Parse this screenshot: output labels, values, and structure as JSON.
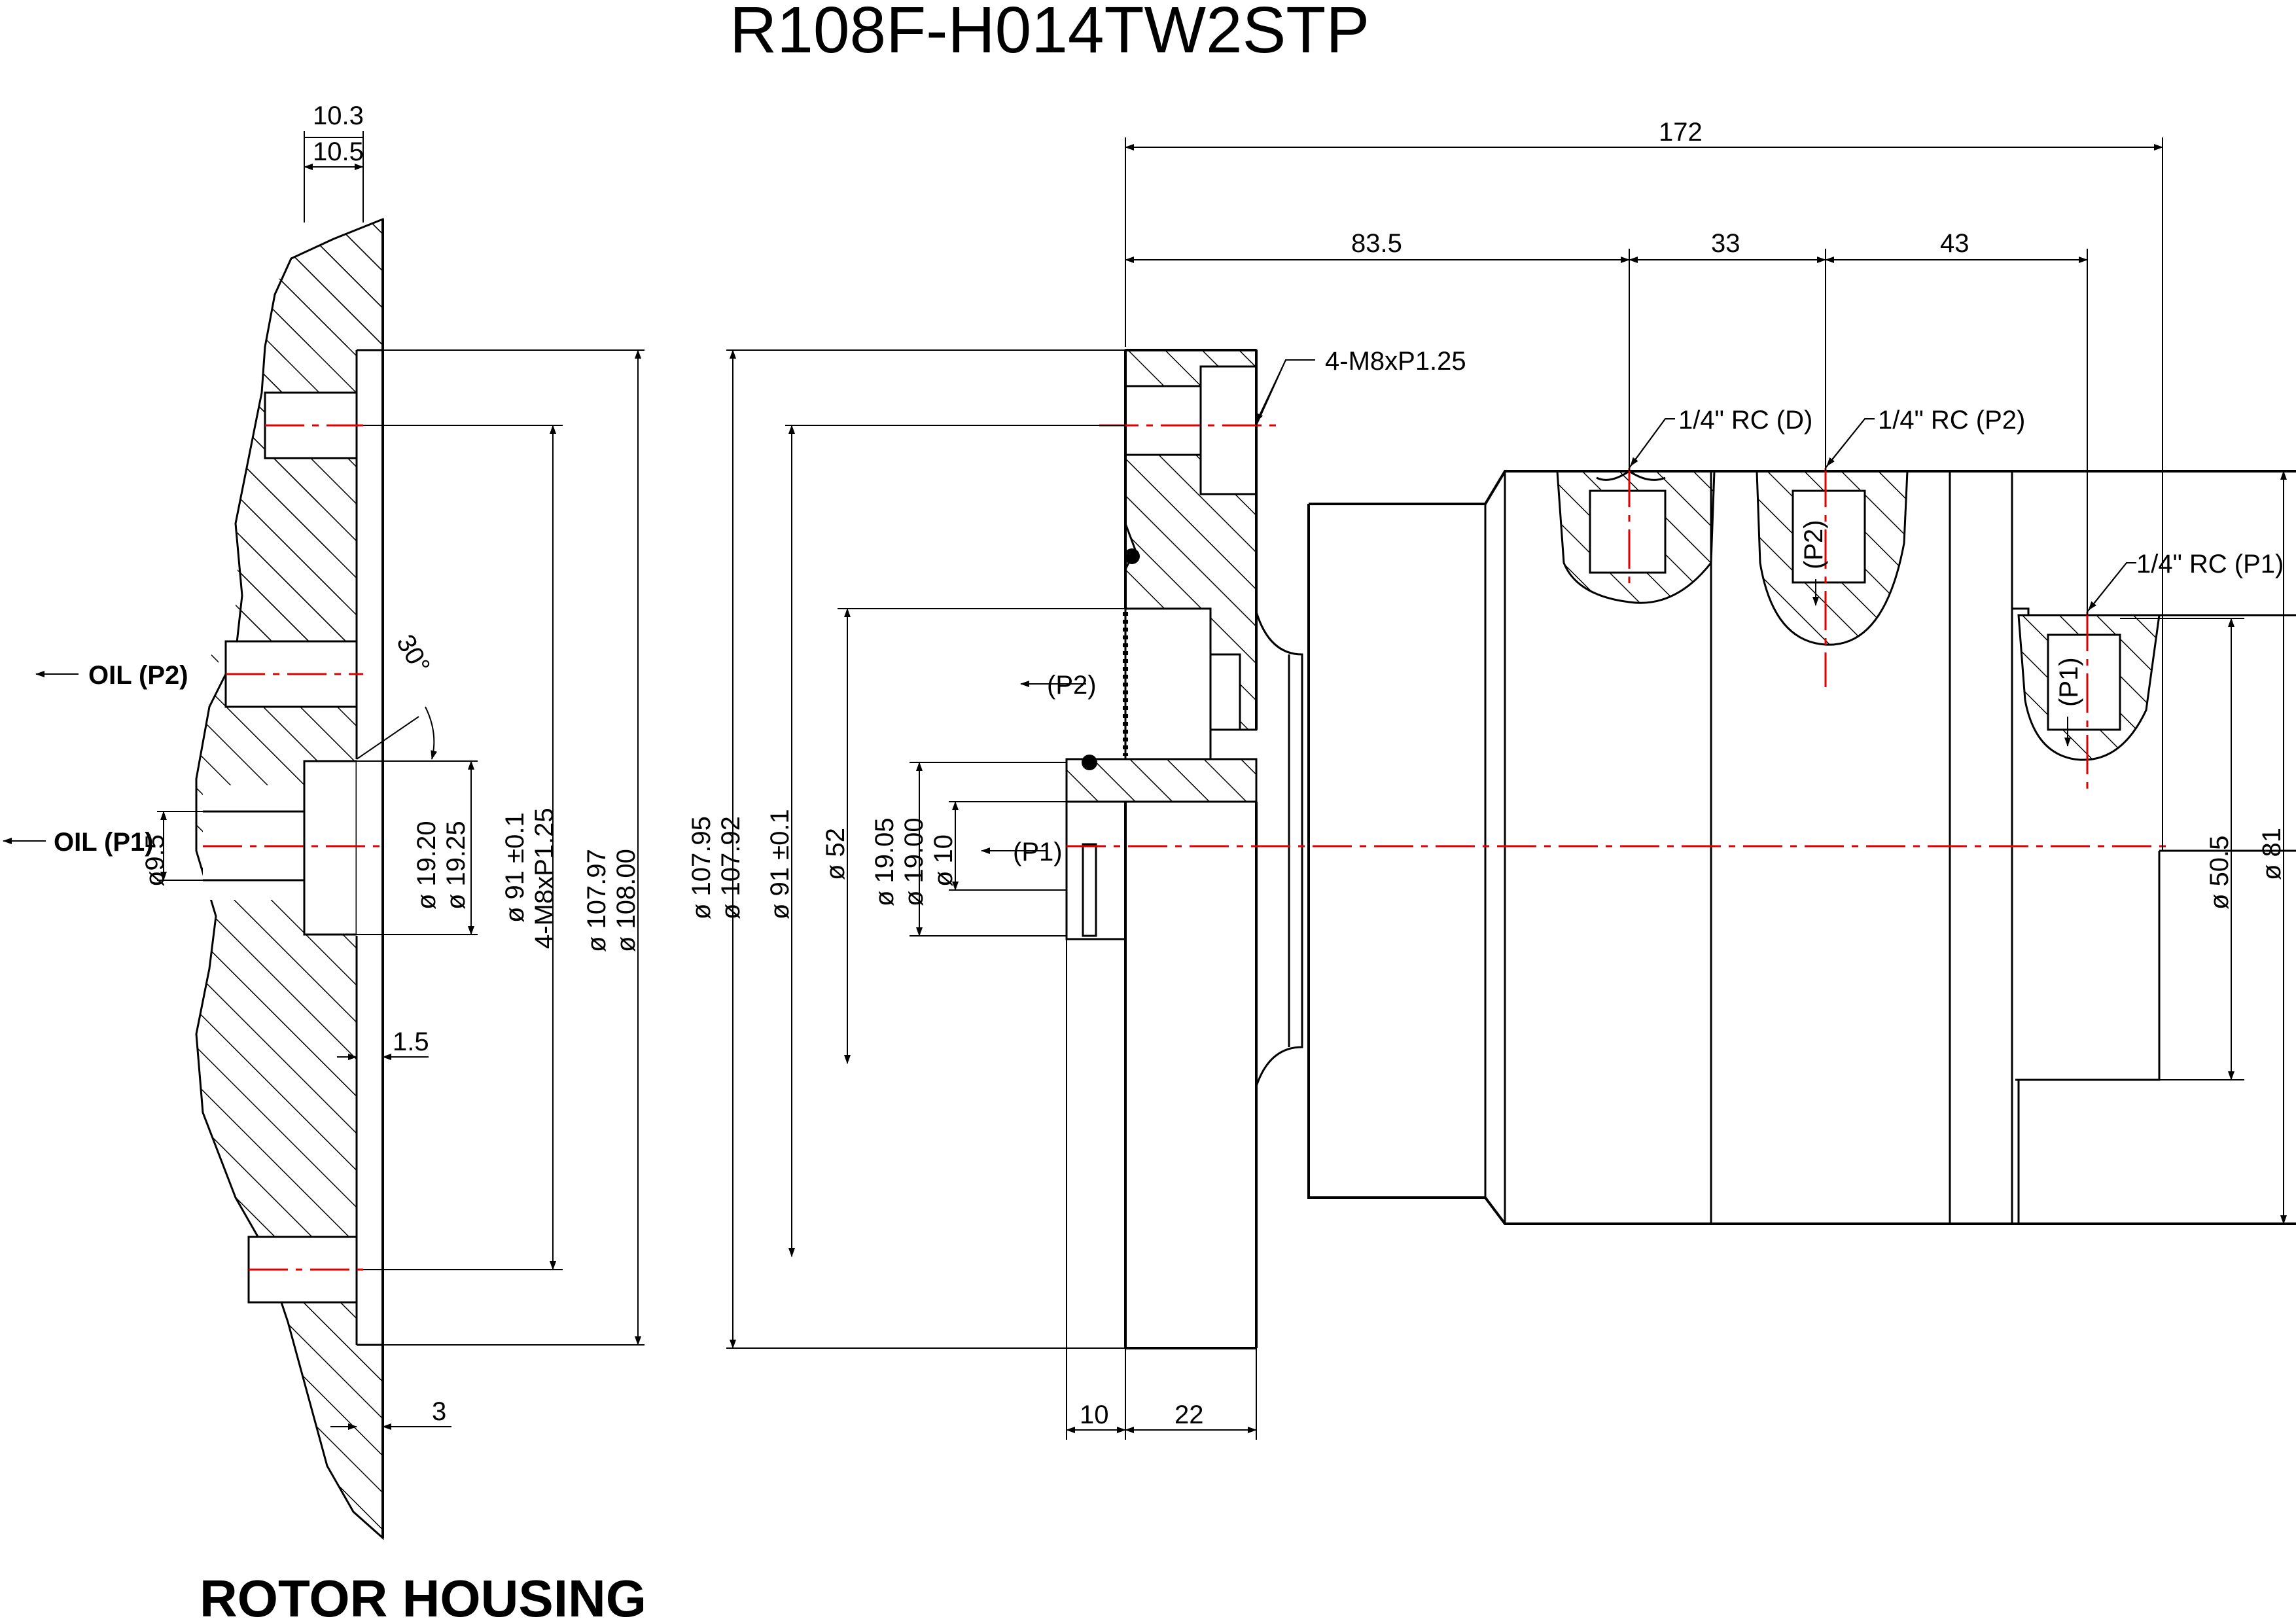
{
  "title": "R108F-H014TW2STP",
  "caption": "ROTOR HOUSING",
  "colors": {
    "line": "#000000",
    "centerline": "#e00000",
    "background": "#ffffff"
  },
  "left_view": {
    "oil_p2": "OIL (P2)",
    "oil_p1": "OIL (P1)",
    "dim_10_3": "10.3",
    "dim_10_5": "10.5",
    "angle": "30°",
    "dia_9_5": "ø9.5",
    "dia_19_20": "ø 19.20",
    "dia_19_25": "ø 19.25",
    "dia_91": "ø 91 ±0.1",
    "thread": "4-M8xP1.25",
    "dia_107_97": "ø 107.97",
    "dia_108_00": "ø 108.00",
    "dim_1_5": "1.5",
    "dim_3": "3"
  },
  "right_view": {
    "dim_172": "172",
    "dim_83_5": "83.5",
    "dim_33": "33",
    "dim_43": "43",
    "thread_callout": "4-M8xP1.25",
    "port_d": "1/4\" RC (D)",
    "port_p2": "1/4\" RC (P2)",
    "port_p1": "1/4\" RC (P1)",
    "p2_label": "(P2)",
    "p1_label": "(P1)",
    "p2_inner": "(P2)",
    "p1_inner": "(P1)",
    "dia_107_95": "ø 107.95",
    "dia_107_92": "ø 107.92",
    "dia_91": "ø 91 ±0.1",
    "dia_52": "ø 52",
    "dia_19_05": "ø 19.05",
    "dia_19_00": "ø 19.00",
    "dia_10": "ø 10",
    "dia_50_5": "ø 50.5",
    "dia_81": "ø 81",
    "dim_10": "10",
    "dim_22": "22"
  }
}
